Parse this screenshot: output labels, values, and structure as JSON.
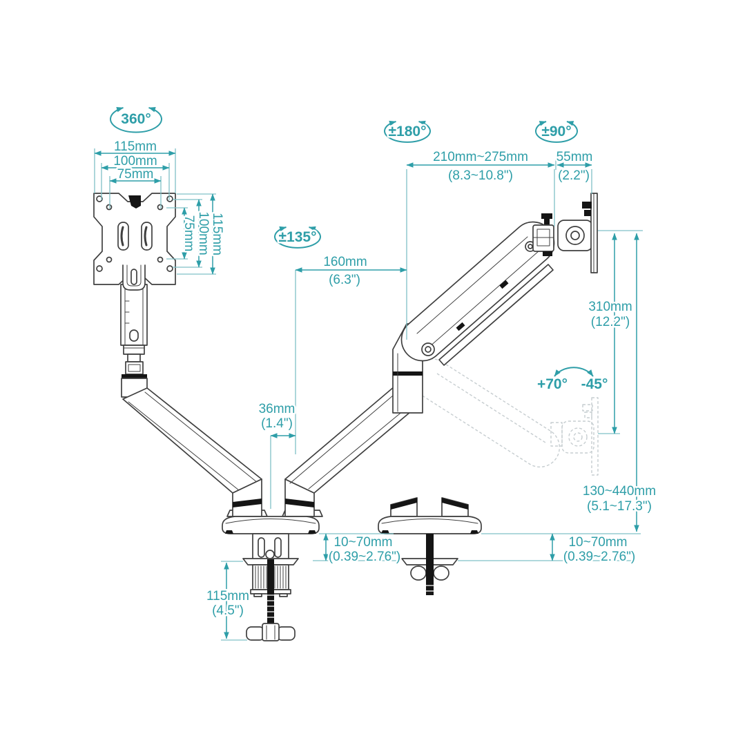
{
  "colors": {
    "dimension_teal": "#2E9EA8",
    "extension_teal": "#7FC0C6",
    "line_art_ink": "#3F3F3F",
    "ghost_gray": "#C6CDD0",
    "solid_black": "#151515",
    "background": "#ffffff"
  },
  "labels": {
    "rotation_360": "360°",
    "vesa_w_outer": "115mm",
    "vesa_w_mid": "100mm",
    "vesa_w_inner": "75mm",
    "vesa_h_inner": "75mm",
    "vesa_h_mid": "100mm",
    "vesa_h_outer": "115mm",
    "swivel_mid": "±135°",
    "swivel_top": "±180°",
    "rotation_head": "±90°",
    "reach_mm": "210mm~275mm",
    "reach_in": "(8.3~10.8\")",
    "head_depth_mm": "55mm",
    "head_depth_in": "(2.2\")",
    "front_arm_mm": "160mm",
    "front_arm_in": "(6.3\")",
    "pole_gap_mm": "36mm",
    "pole_gap_in": "(1.4\")",
    "lift_mm": "310mm",
    "lift_in": "(12.2\")",
    "tilt_up": "+70°",
    "tilt_down": "-45°",
    "height_range_mm": "130~440mm",
    "height_range_in": "(5.1~17.3\")",
    "clamp_thickness_left_mm": "10~70mm",
    "clamp_thickness_left_in": "(0.39~2.76\")",
    "clamp_thickness_right_mm": "10~70mm",
    "clamp_thickness_right_in": "(0.39~2.76\")",
    "clamp_height_mm": "115mm",
    "clamp_height_in": "(4.5\")"
  }
}
